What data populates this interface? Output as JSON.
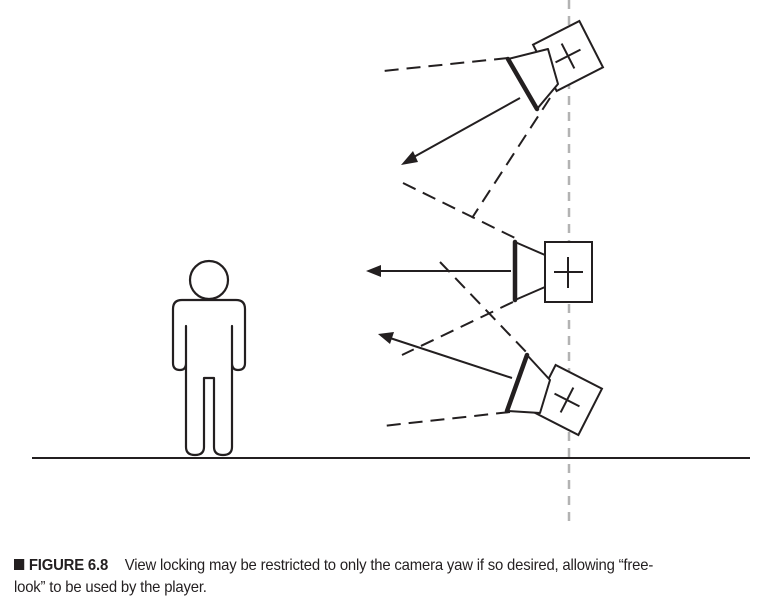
{
  "caption": {
    "figure_label": "FIGURE 6.8",
    "line1": "View locking may be restricted to only the camera yaw if so desired, allowing “free-",
    "line2": "look” to be used by the player."
  },
  "colors": {
    "ink": "#231f20",
    "axis_dash": "#b3b3b3"
  },
  "icons": {
    "caption_marker": "filled-square-icon",
    "player": "person-icon",
    "camera": "camera-icon"
  }
}
